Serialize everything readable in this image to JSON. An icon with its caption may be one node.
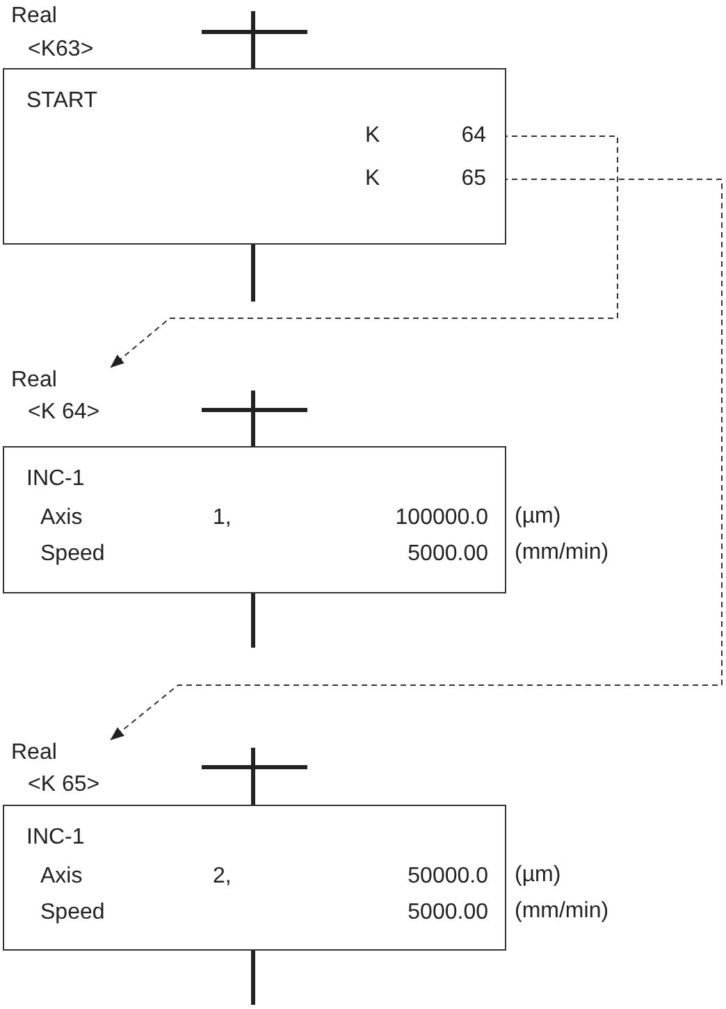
{
  "diagram": {
    "nodes": [
      {
        "text": [
          "START"
        ]
      },
      {
        "text": [
          "K",
          "64"
        ],
        "in": 0
      },
      {
        "text": [
          "K",
          "65"
        ],
        "in": 0
      },
      {
        "text": [
          "Real",
          "<K 64>"
        ]
      },
      {
        "text": [
          "INC-1",
          "Axis",
          "1,",
          "100000.0",
          "Speed",
          "5000.00"
        ],
        "beside": [
          "(µm)",
          "(mm/min)"
        ]
      },
      {
        "text": [
          "Real",
          "<K 65>"
        ]
      },
      {
        "text": [
          "INC-1",
          "Axis",
          "2,",
          "50000.0",
          "Speed",
          "5000.00"
        ],
        "beside": [
          "(µm)",
          "(mm/min)"
        ]
      }
    ],
    "edges": [
      {
        "from": 1,
        "to": 3,
        "arrow": "to",
        "style": "dashed"
      },
      {
        "from": 2,
        "to": 5,
        "arrow": "to",
        "style": "dashed"
      }
    ],
    "labels": [
      "Real",
      "<K63>"
    ]
  }
}
